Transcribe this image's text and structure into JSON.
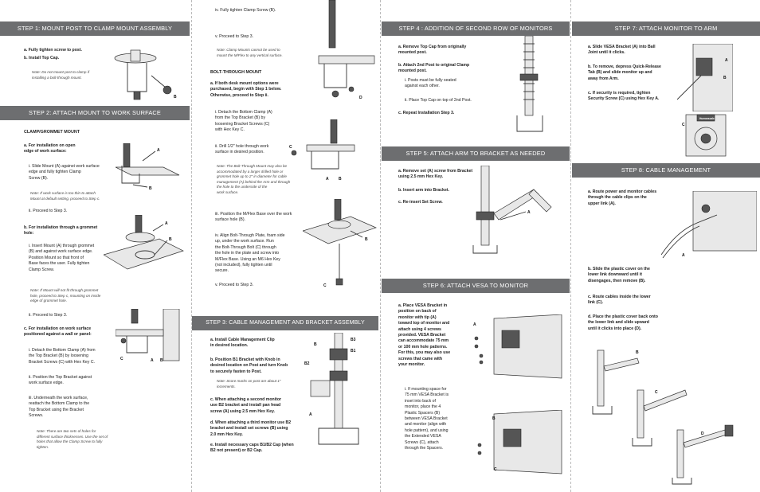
{
  "step1": {
    "title": "STEP 1: MOUNT POST TO CLAMP MOUNT ASSEMBLY",
    "a": "a.  Fully tighten screw to post.",
    "b": "b.  Install Top Cap.",
    "note": "Note: Do not mount post to clamp if\ninstalling a bolt-through mount."
  },
  "step2": {
    "title": "STEP 2: ATTACH MOUNT TO WORK SURFACE",
    "heading": "CLAMP/GROMMET MOUNT",
    "a": "a.  For installation on open\n     edge of work surface:",
    "a_i": "i.   Slide Mount (A) against work surface\n     edge and fully tighten Clamp\n     Screw (B).",
    "a_note": "Note: If work surface is too thin to attach\nMount at default setting, proceed to Step c.",
    "a_ii": "ii.  Proceed to Step 3.",
    "b": "b.  For installation through a grommet\n     hole:",
    "b_i": "i.   Insert Mount (A) through grommet\n     (B) and against work surface edge.\n     Position Mount so that front of\n     Base faces the user. Fully tighten\n     Clamp Screw.",
    "b_note": "Note: If Mount will not fit through grommet\nhole, proceed to Step c, mounting on inside\nedge of grommet hole.",
    "b_ii": "ii.  Proceed to Step 3.",
    "c": "c.  For installation on work surface\n     positioned against a wall or panel:",
    "c_i": "i.   Detach the Bottom Clamp (A) from\n     the Top Bracket (B) by loosening\n     Bracket Screws (C) with Hex Key C.",
    "c_ii": "ii.  Position the Top Bracket against\n     work surface edge.",
    "c_iii": "iii. Underneath the work surface,\n     reattach the Bottom Clamp to the\n     Top Bracket using the Bracket\n     Screws.",
    "c_note": "Note: There are two sets of holes for\ndifferent surface thicknesses. Use the set of\nholes that allow the Clamp Screw to fully\ntighten.",
    "c_iv": "iv.  Fully tighten Clamp Screw (B).",
    "c_v": "v.   Proceed to Step 3.",
    "c_note2": "Note: Clamp Mounts cannot be used to\nmount the M/Flex to any vertical surface.",
    "bolt_heading": "BOLT-THROUGH MOUNT",
    "bt_a": "a.  If both desk mount options were\n     purchased, begin with Step 1 below.\n     Otherwise, proceed to Step ii.",
    "bt_i": "i.   Detach the Bottom Clamp (A)\n     from the Top Bracket (B) by\n     loosening Bracket Screws (C)\n     with Hex Key C.",
    "bt_ii": "ii.  Drill 1/2\" hole through work\n     surface in desired position.",
    "bt_note": "Note: The Bolt-Through Mount may also be\naccommodated by a larger drilled hole or\ngrommet hole up to 2\" in diameter for cable\nmanagement (A) behind the Arm and through\nthe hole to the underside of the\nwork surface.",
    "bt_iii": "iii. Position the M/Flex Base over the work\n     surface hole (B).",
    "bt_iv": "iv.  Align Bolt-Through Plate, foam side\n     up, under the work surface. Run\n     the Bolt-Through Bolt (C) through\n     the hole in the plate and screw into\n     M/Flex Base. Using an M6 Hex Key\n     (not included), fully tighten until\n     secure.",
    "bt_v": "v.   Proceed to Step 3."
  },
  "step3": {
    "title": "STEP 3: CABLE MANAGEMENT AND BRACKET ASSEMBLY",
    "a": "a.  Install Cable Management Clip\n     in desired location.",
    "b": "b.  Position B1 Bracket with Knob in\n     desired location on Post and turn Knob\n     to securely fasten to Post.",
    "note": "Note: Score marks on post are about 1\"\nincrements.",
    "c": "c.  When attaching a second monitor\n     use B2 bracket and install pan head\n     screw (A) using 2.5 mm Hex Key.",
    "d": "d.  When attaching a third monitor use B2\n     bracket and install set screws (B) using\n     2.0 mm Hex Key.",
    "e": "e.  Install necessary caps B1/B2 Cap (when\n     B2 not present) or B2 Cap."
  },
  "step4": {
    "title": "STEP 4 : ADDITION OF SECOND ROW OF MONITORS",
    "a": "a.  Remove Top Cap from originally\n     mounted post.",
    "b": "b.  Attach 2nd Post to original Clamp\n     mounted post.",
    "b_i": "i.   Posts must be fully seated\n     against each other.",
    "b_ii": "ii.  Place Top Cap on top of 2nd Post.",
    "c": "c.  Repeat Installation Step 3."
  },
  "step5": {
    "title": "STEP 5: ATTACH ARM TO BRACKET AS NEEDED",
    "a": "a.  Remove set (A) screw from Bracket\n     using 2.5 mm Hex Key.",
    "b": "b.  Insert arm into Bracket.",
    "c": "c.  Re-insert Set Screw."
  },
  "step6": {
    "title": "STEP 6: ATTACH VESA TO MONITOR",
    "a": "a.  Place VESA Bracket in\n     position on back of\n     monitor with tip (A)\n     toward top of monitor and\n     attach using 4 screws\n     provided. VESA Bracket\n     can accommodate 75 mm\n     or 100 mm hole patterns.\n     For this, you may also use\n     screws that came with\n     your monitor.",
    "a_i": "i.   If mounting space for\n     75 mm VESA Bracket is\n     inset into back of\n     monitor, place the 4\n     Plastic Spacers (B)\n     between VESA Bracket\n     and monitor (align with\n     hole pattern), and using\n     the Extended VESA\n     Screws (C), attach\n     through the Spacers."
  },
  "step7": {
    "title": "STEP 7: ATTACH MONITOR TO ARM",
    "a": "a.  Slide VESA Bracket (A) into Ball\n     Joint until it clicks.",
    "b": "b.  To remove, depress Quick-Release\n     Tab (B) and slide monitor up and\n     away from Arm.",
    "c": "c.  If security is required, tighten\n     Security Screw (C) using Hex Key A.",
    "brand": "Humanscale"
  },
  "step8": {
    "title": "STEP 8: CABLE MANAGEMENT",
    "a": "a.  Route power and monitor cables\n     through the cable clips on the\n     upper link (A).",
    "b": "b.  Slide the plastic cover on the\n     lower link downward until it\n     disengages, then remove (B).",
    "c": "c.  Route cables inside the lower\n     link (C).",
    "d": "d.  Place the plastic cover back onto\n     the lower link and slide upward\n     until it clicks into place (D)."
  },
  "labels": {
    "A": "A",
    "B": "B",
    "C": "C",
    "D": "D",
    "B1": "B1",
    "B2": "B2",
    "B3": "B3"
  },
  "colors": {
    "banner": "#6d6e70",
    "fold": "#bbbbbb"
  }
}
